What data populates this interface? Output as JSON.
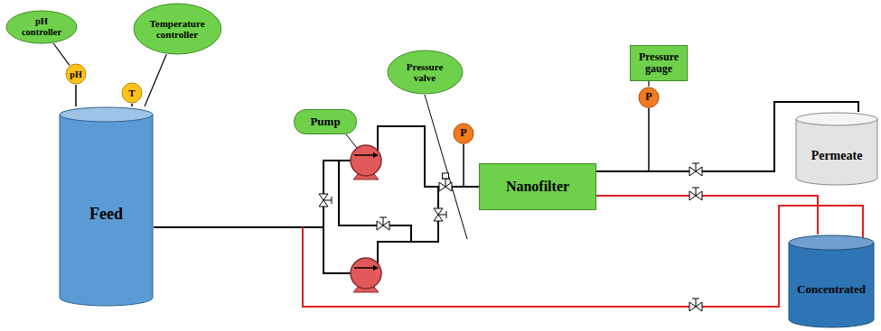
{
  "diagram": {
    "nodes": [
      {
        "text": [
          "pH controller"
        ]
      },
      {
        "text": [
          "Temperature controller"
        ]
      },
      {
        "text": [
          "pH"
        ]
      },
      {
        "text": [
          "T"
        ]
      },
      {
        "text": [
          "Pressure gauge"
        ]
      },
      {
        "text": [
          "Pressure valve"
        ]
      },
      {
        "text": [
          "Pump"
        ]
      },
      {
        "text": [
          "P"
        ]
      },
      {
        "text": [
          "P"
        ]
      },
      {
        "text": [
          "Feed"
        ]
      },
      {
        "text": [
          "Nanofilter"
        ]
      },
      {
        "text": [
          "Permeate"
        ]
      },
      {
        "text": [
          "Concentrated"
        ]
      }
    ],
    "edges": [
      {
        "from": 0,
        "to": 2,
        "arrow": "none"
      },
      {
        "from": 1,
        "to": 9,
        "arrow": "none"
      },
      {
        "from": 2,
        "to": 9,
        "arrow": "none"
      },
      {
        "from": 3,
        "to": 9,
        "arrow": "none"
      },
      {
        "from": 4,
        "to": 8,
        "arrow": "none"
      },
      {
        "from": 9,
        "to": 10,
        "arrow": "none"
      },
      {
        "from": 10,
        "to": 11,
        "arrow": "none"
      },
      {
        "from": 10,
        "to": 12,
        "arrow": "none"
      }
    ]
  }
}
